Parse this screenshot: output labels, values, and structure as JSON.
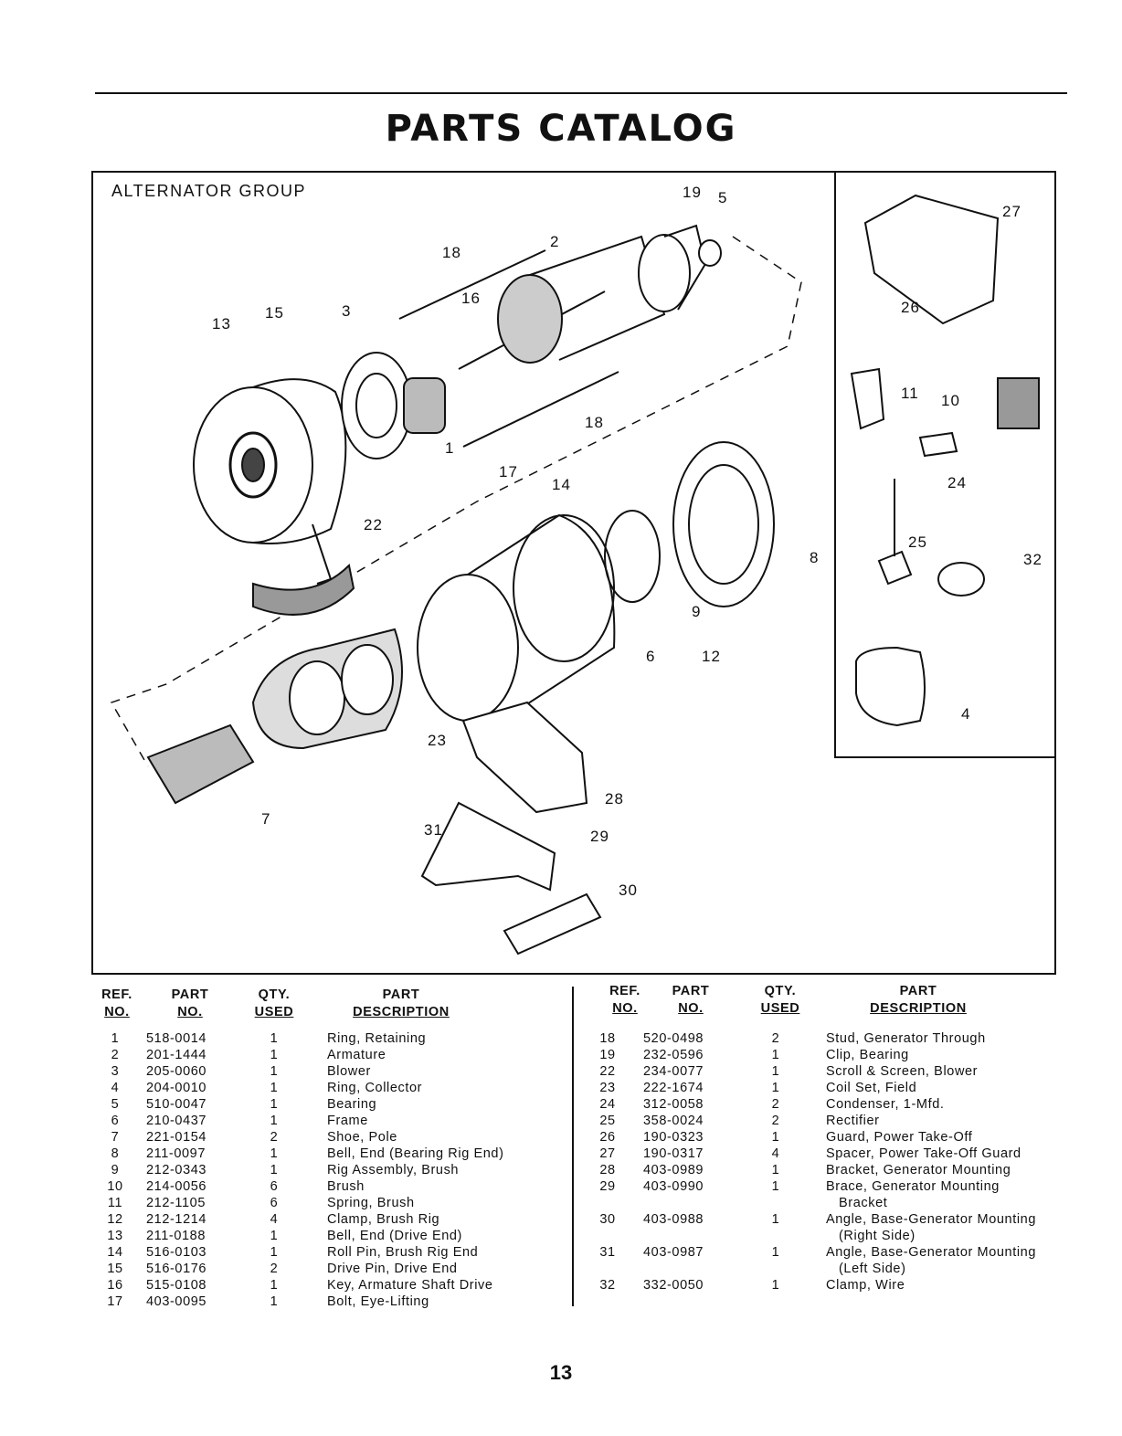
{
  "page_title": "PARTS CATALOG",
  "figure": {
    "group_label": "ALTERNATOR GROUP",
    "callouts": [
      "1",
      "2",
      "3",
      "4",
      "5",
      "6",
      "7",
      "8",
      "9",
      "10",
      "11",
      "12",
      "13",
      "14",
      "15",
      "16",
      "17",
      "18",
      "18",
      "19",
      "22",
      "23",
      "24",
      "25",
      "26",
      "27",
      "28",
      "29",
      "30",
      "31",
      "32"
    ]
  },
  "table_headers": {
    "ref": [
      "REF.",
      "NO."
    ],
    "part": [
      "PART",
      "NO."
    ],
    "qty": [
      "QTY.",
      "USED"
    ],
    "desc": [
      "PART",
      "DESCRIPTION"
    ]
  },
  "left_rows": [
    {
      "ref": "1",
      "part": "518-0014",
      "qty": "1",
      "desc": "Ring, Retaining"
    },
    {
      "ref": "2",
      "part": "201-1444",
      "qty": "1",
      "desc": "Armature"
    },
    {
      "ref": "3",
      "part": "205-0060",
      "qty": "1",
      "desc": "Blower"
    },
    {
      "ref": "4",
      "part": "204-0010",
      "qty": "1",
      "desc": "Ring, Collector"
    },
    {
      "ref": "5",
      "part": "510-0047",
      "qty": "1",
      "desc": "Bearing"
    },
    {
      "ref": "6",
      "part": "210-0437",
      "qty": "1",
      "desc": "Frame"
    },
    {
      "ref": "7",
      "part": "221-0154",
      "qty": "2",
      "desc": "Shoe, Pole"
    },
    {
      "ref": "8",
      "part": "211-0097",
      "qty": "1",
      "desc": "Bell, End (Bearing Rig End)"
    },
    {
      "ref": "9",
      "part": "212-0343",
      "qty": "1",
      "desc": "Rig Assembly, Brush"
    },
    {
      "ref": "10",
      "part": "214-0056",
      "qty": "6",
      "desc": "Brush"
    },
    {
      "ref": "11",
      "part": "212-1105",
      "qty": "6",
      "desc": "Spring, Brush"
    },
    {
      "ref": "12",
      "part": "212-1214",
      "qty": "4",
      "desc": "Clamp, Brush Rig"
    },
    {
      "ref": "13",
      "part": "211-0188",
      "qty": "1",
      "desc": "Bell, End (Drive End)"
    },
    {
      "ref": "14",
      "part": "516-0103",
      "qty": "1",
      "desc": "Roll Pin, Brush Rig End"
    },
    {
      "ref": "15",
      "part": "516-0176",
      "qty": "2",
      "desc": "Drive Pin, Drive End"
    },
    {
      "ref": "16",
      "part": "515-0108",
      "qty": "1",
      "desc": "Key, Armature Shaft Drive"
    },
    {
      "ref": "17",
      "part": "403-0095",
      "qty": "1",
      "desc": "Bolt, Eye-Lifting"
    }
  ],
  "right_rows": [
    {
      "ref": "18",
      "part": "520-0498",
      "qty": "2",
      "desc": "Stud, Generator Through",
      "desc2": ""
    },
    {
      "ref": "19",
      "part": "232-0596",
      "qty": "1",
      "desc": "Clip, Bearing",
      "desc2": ""
    },
    {
      "ref": "22",
      "part": "234-0077",
      "qty": "1",
      "desc": "Scroll & Screen, Blower",
      "desc2": ""
    },
    {
      "ref": "23",
      "part": "222-1674",
      "qty": "1",
      "desc": "Coil Set, Field",
      "desc2": ""
    },
    {
      "ref": "24",
      "part": "312-0058",
      "qty": "2",
      "desc": "Condenser, 1-Mfd.",
      "desc2": ""
    },
    {
      "ref": "25",
      "part": "358-0024",
      "qty": "2",
      "desc": "Rectifier",
      "desc2": ""
    },
    {
      "ref": "26",
      "part": "190-0323",
      "qty": "1",
      "desc": "Guard, Power Take-Off",
      "desc2": ""
    },
    {
      "ref": "27",
      "part": "190-0317",
      "qty": "4",
      "desc": "Spacer, Power Take-Off Guard",
      "desc2": ""
    },
    {
      "ref": "28",
      "part": "403-0989",
      "qty": "1",
      "desc": "Bracket, Generator Mounting",
      "desc2": ""
    },
    {
      "ref": "29",
      "part": "403-0990",
      "qty": "1",
      "desc": "Brace, Generator Mounting",
      "desc2": "Bracket"
    },
    {
      "ref": "30",
      "part": "403-0988",
      "qty": "1",
      "desc": "Angle, Base-Generator Mounting",
      "desc2": "(Right Side)"
    },
    {
      "ref": "31",
      "part": "403-0987",
      "qty": "1",
      "desc": "Angle, Base-Generator Mounting",
      "desc2": "(Left Side)"
    },
    {
      "ref": "32",
      "part": "332-0050",
      "qty": "1",
      "desc": "Clamp, Wire",
      "desc2": ""
    }
  ],
  "page_number": "13"
}
